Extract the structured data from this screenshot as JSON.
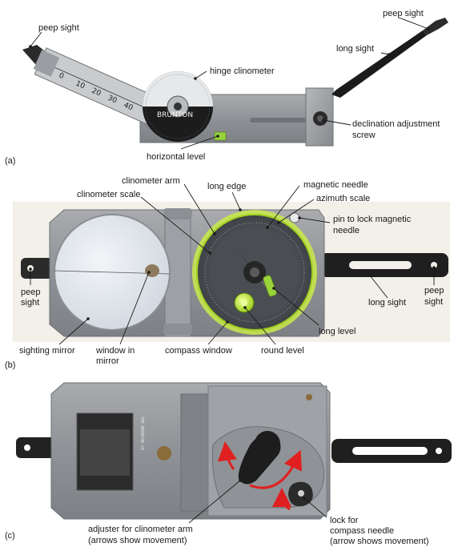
{
  "panels": {
    "a": {
      "label": "(a)",
      "labels": {
        "peep_sight_left": "peep sight",
        "peep_sight_right": "peep sight",
        "long_sight": "long sight",
        "hinge_clinometer": "hinge clinometer",
        "declination_line1": "declination adjustment",
        "declination_line2": "screw",
        "horizontal_level": "horizontal level"
      },
      "scale_ticks": [
        "0",
        "10",
        "20",
        "30",
        "40"
      ]
    },
    "b": {
      "label": "(b)",
      "labels": {
        "clinometer_arm": "clinometer arm",
        "long_edge": "long edge",
        "magnetic_needle": "magnetic needle",
        "clinometer_scale": "clinometer scale",
        "azimuth_scale": "azimuth scale",
        "pin_line1": "pin to lock magnetic",
        "pin_line2": "needle",
        "peep_left_line1": "peep",
        "peep_left_line2": "sight",
        "peep_right_line1": "peep",
        "peep_right_line2": "sight",
        "long_sight": "long sight",
        "long_level": "long level",
        "sighting_mirror": "sighting mirror",
        "window_line1": "window in",
        "window_line2": "mirror",
        "compass_window": "compass window",
        "round_level": "round level"
      }
    },
    "c": {
      "label": "(c)",
      "labels": {
        "adjuster_line1": "adjuster for clinometer arm",
        "adjuster_line2": "(arrows show movement)",
        "lock_line1": "lock for",
        "lock_line2": "compass needle",
        "lock_line3": "(arrow shows movement)"
      },
      "brand": "THE BRUNTON CO"
    }
  }
}
